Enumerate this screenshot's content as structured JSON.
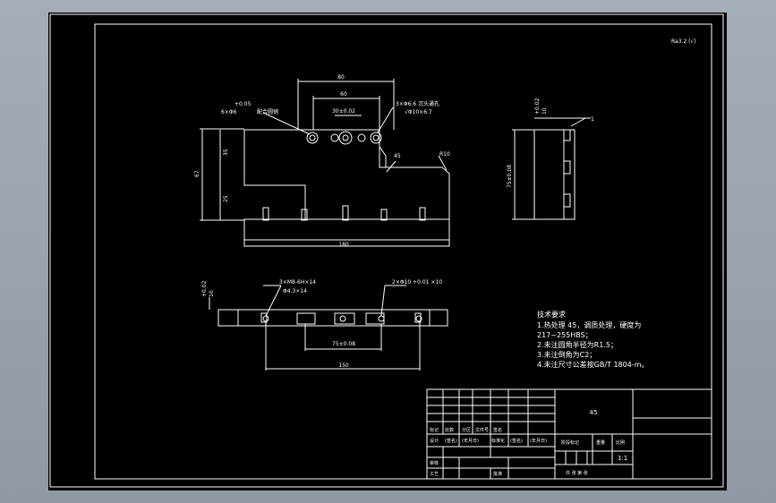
{
  "drawing": {
    "roughness_note": "Ra3.2 (√)",
    "front_view": {
      "dim_top_outer": "80",
      "dim_top_inner": "60",
      "dim_center": "30±0.02",
      "hole_note_left_1": "+0.05",
      "hole_note_left_2": "6×Φ6",
      "hole_note_left_label": "配合圆销",
      "hole_note_right_1": "3×Φ6.6 沉头通孔",
      "hole_note_right_2": "√Φ10×6.7",
      "dim_left_total": "67",
      "dim_left_upper": "35",
      "dim_left_lower": "25",
      "dim_chamfer": "45",
      "dim_radius": "R10",
      "dim_bottom": "180"
    },
    "side_view": {
      "dim_top_1": "+0.02",
      "dim_top_2": "10",
      "dim_height": "75±0.08",
      "leader_label": "1"
    },
    "top_view": {
      "dim_left_1": "+0.02",
      "dim_left_2": "10",
      "hole_note_a_1": "3×M8-6H×14",
      "hole_note_a_2": "Φ4.3×14",
      "hole_note_b": "2×Φ10 +0.01 ×10",
      "dim_inner": "75±0.08",
      "dim_outer": "150"
    },
    "tech_requirements": {
      "title": "技术要求",
      "items": [
        "1.热处理 45，调质处理，硬度为",
        "217~255HBS；",
        "2.未注圆角半径为R1.5；",
        "3.未注倒角为C2；",
        "4.未注尺寸公差按GB/T 1804-m。"
      ]
    },
    "title_block": {
      "material": "45",
      "headers": [
        "标记",
        "处数",
        "分区",
        "文件号",
        "签名"
      ],
      "design_row": [
        "设计",
        "(签名)",
        "(年月日)",
        "标准化",
        "(签名)",
        "(年月日)"
      ],
      "stage_label": "阶段标记",
      "weight_label": "重量",
      "scale_label": "比例",
      "scale_value": "1:1",
      "review_label": "审核",
      "process_label": "工艺",
      "approve_label": "批准",
      "sheet_label": "共 张 第 张"
    }
  }
}
